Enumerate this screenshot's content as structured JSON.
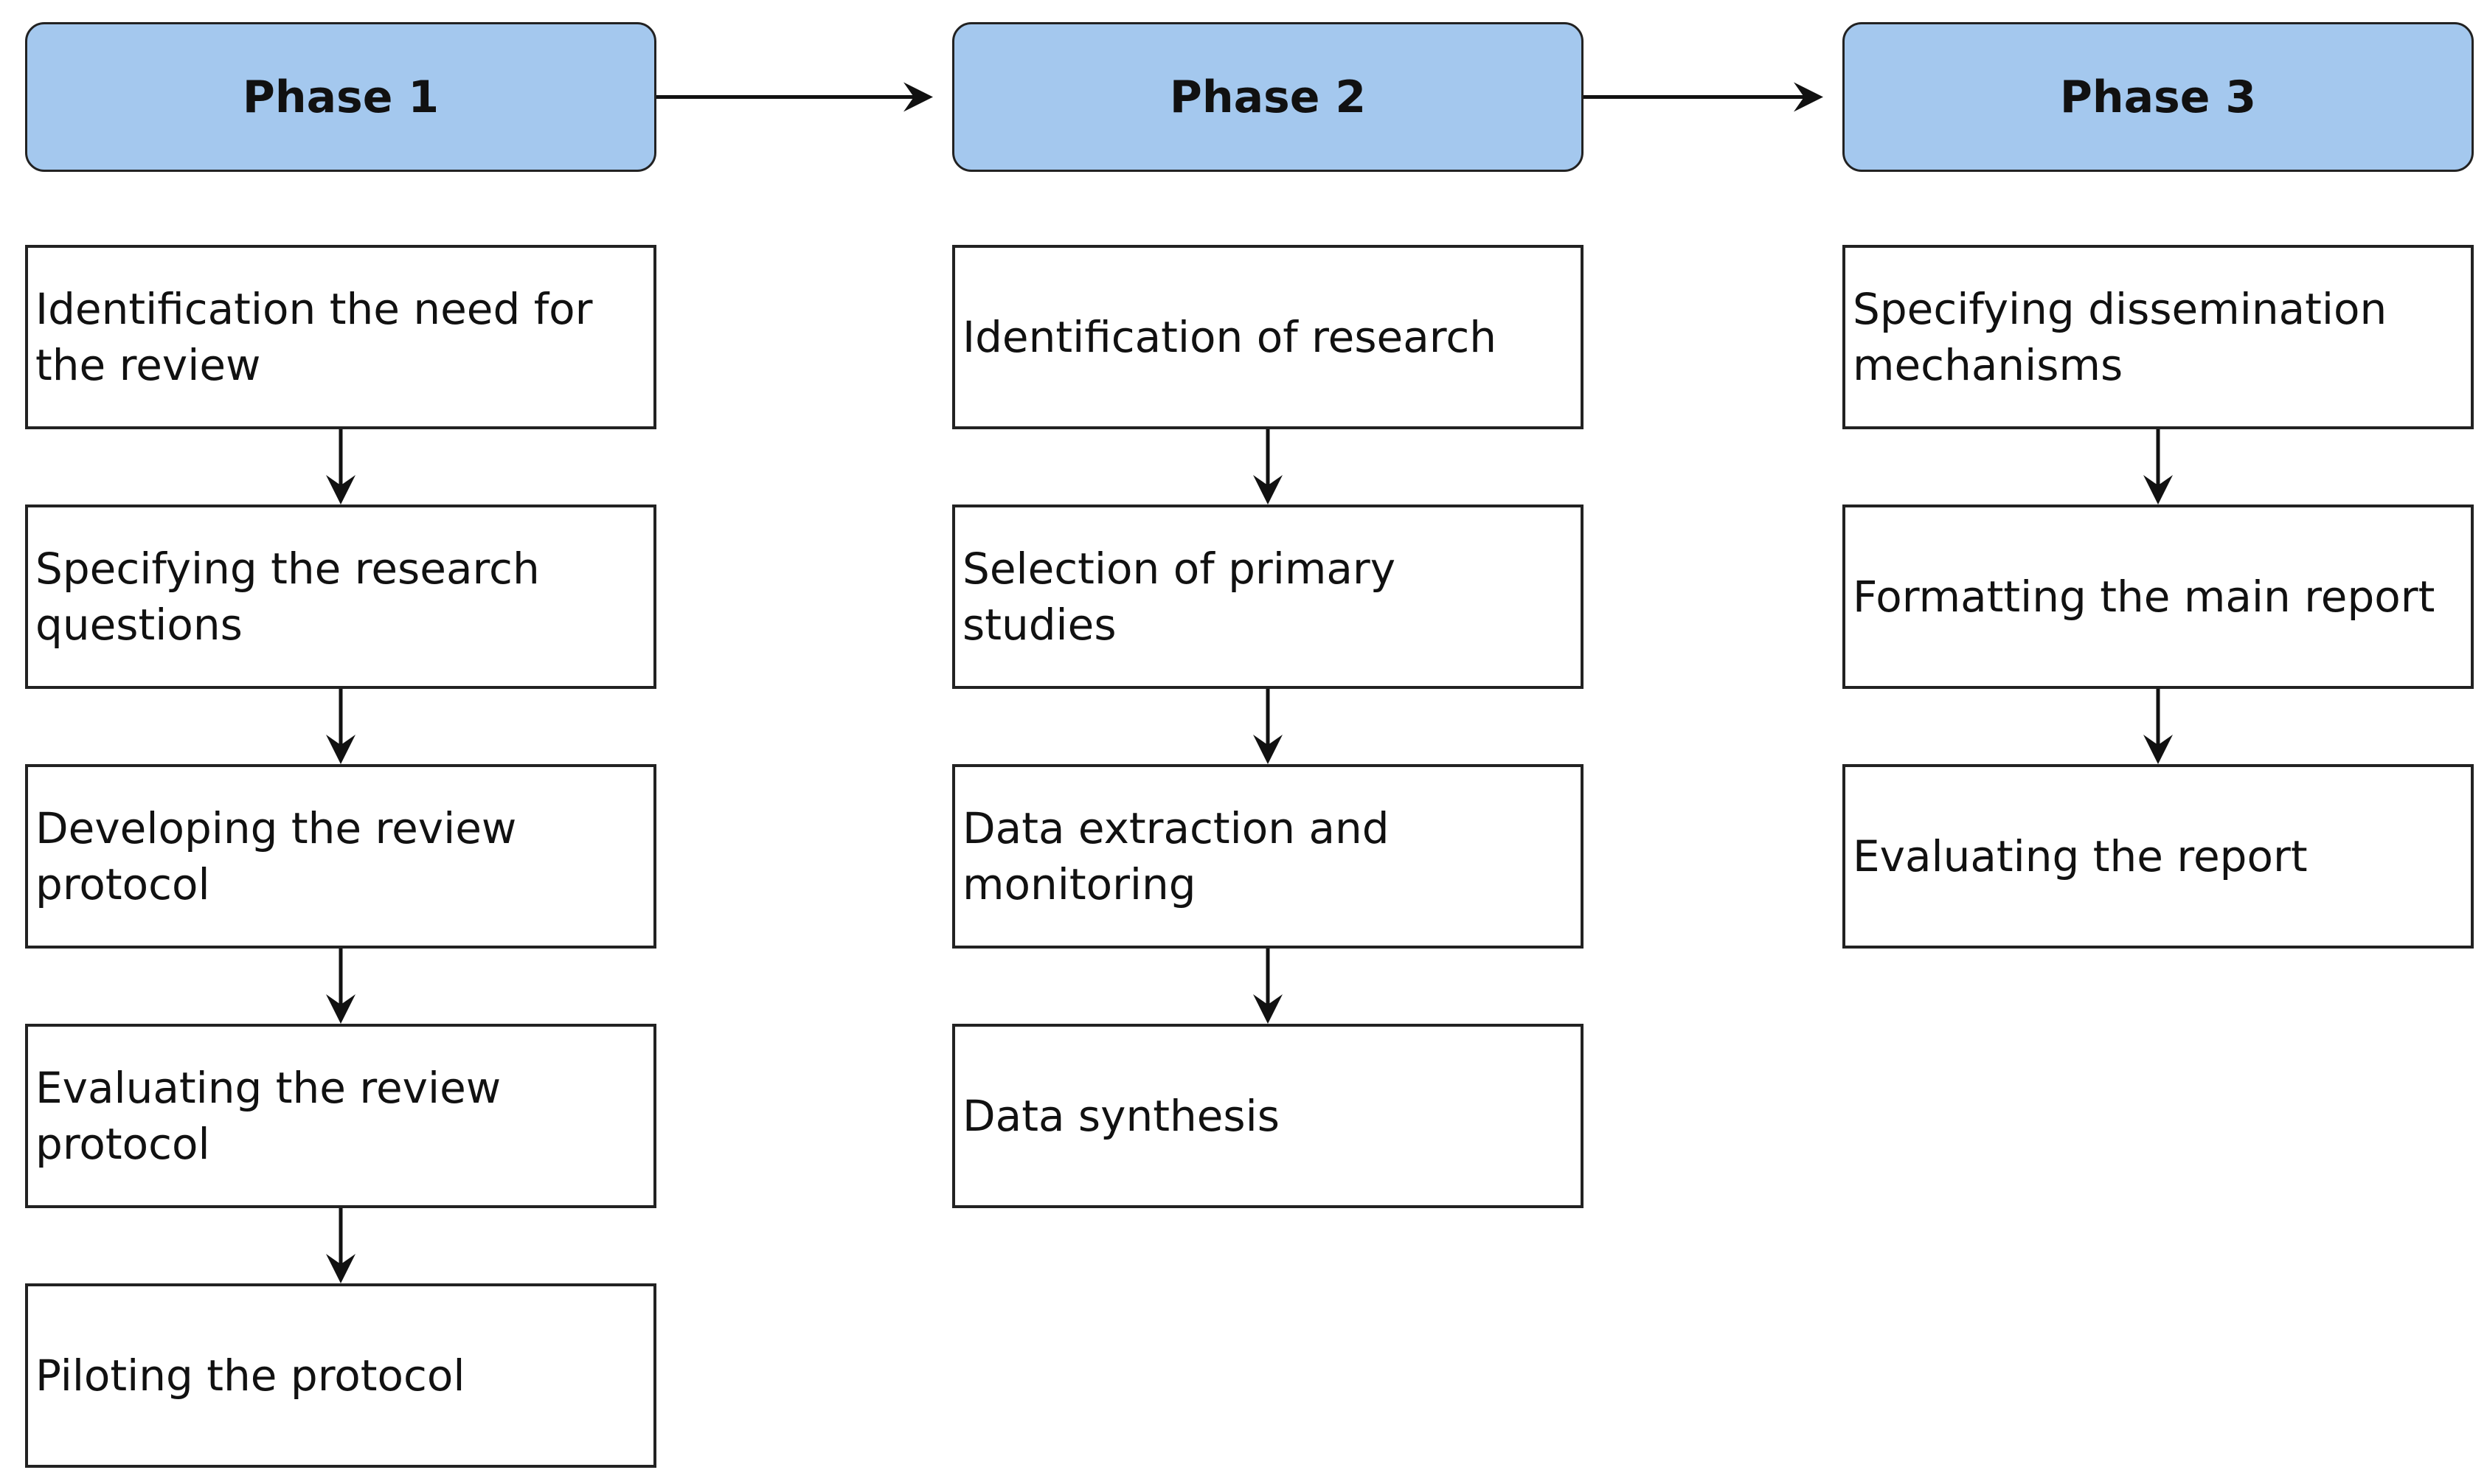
{
  "phases": [
    {
      "title": "Phase 1",
      "steps": [
        "Identification the need for the review",
        "Specifying the research questions",
        "Developing the review protocol",
        "Evaluating the review protocol",
        "Piloting the protocol"
      ]
    },
    {
      "title": "Phase 2",
      "steps": [
        "Identification of research",
        "Selection of primary studies",
        "Data extraction and monitoring",
        "Data synthesis"
      ]
    },
    {
      "title": "Phase 3",
      "steps": [
        "Specifying dissemination mechanisms",
        "Formatting the main report",
        "Evaluating the report"
      ]
    }
  ],
  "colors": {
    "header_fill": "#a4c8ee",
    "stroke": "#222222",
    "box_fill": "#ffffff"
  }
}
